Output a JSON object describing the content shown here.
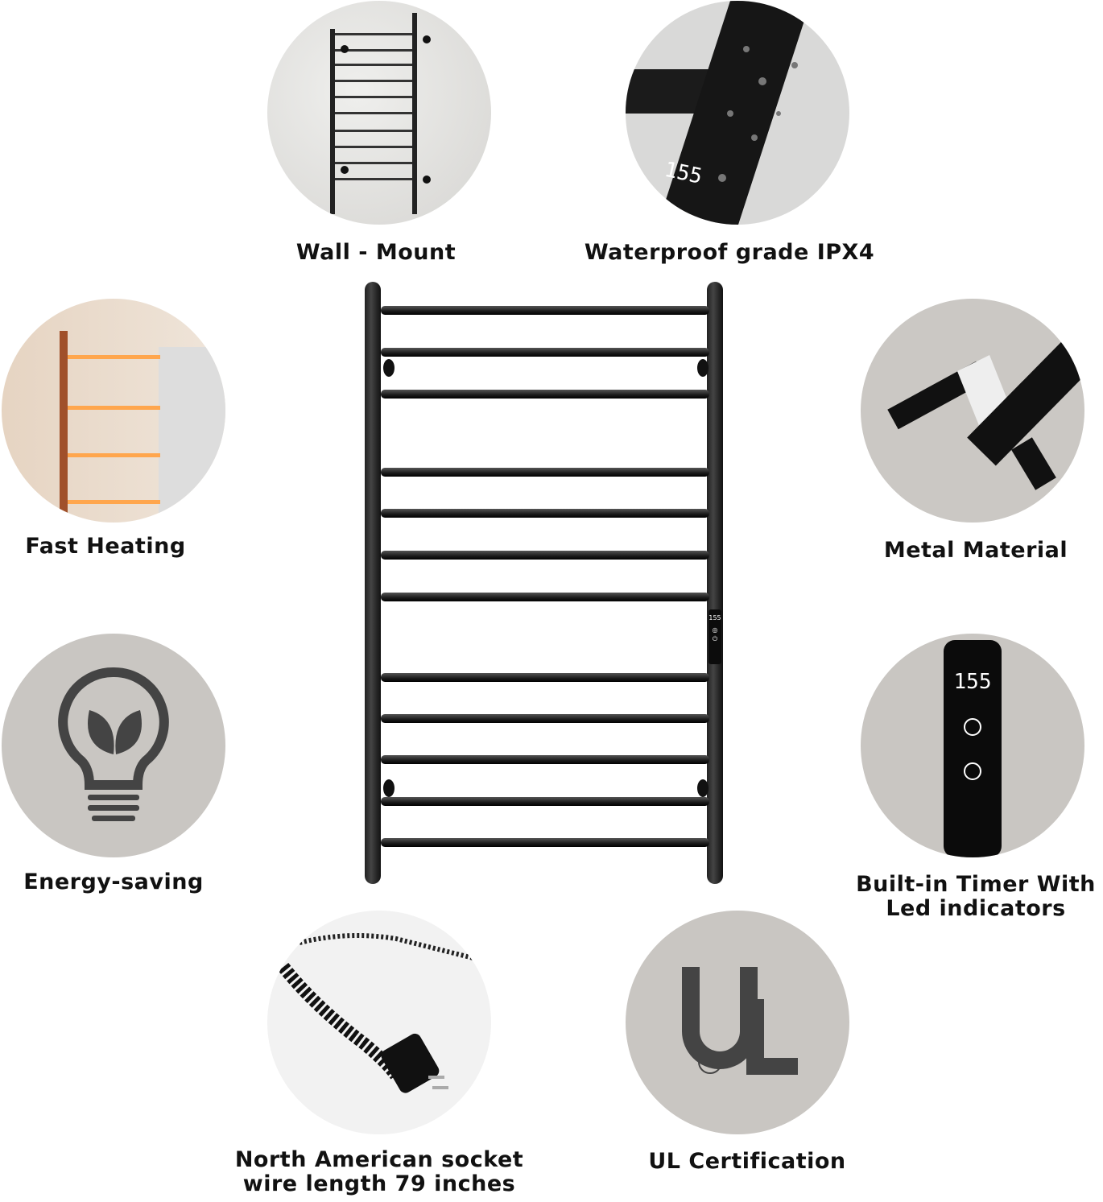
{
  "features": [
    {
      "label": "Wall - Mount",
      "icon": "wall-mounted-rack-photo"
    },
    {
      "label": "Waterproof grade IPX4",
      "icon": "water-droplets-photo",
      "display": "155"
    },
    {
      "label": "Fast Heating",
      "icon": "glowing-rack-photo"
    },
    {
      "label": "Metal Material",
      "icon": "metal-bar-photo"
    },
    {
      "label": "Energy-saving",
      "icon": "lightbulb-leaf-icon"
    },
    {
      "label_line1": "Built-in Timer With",
      "label_line2": "Led indicators",
      "icon": "control-panel-photo",
      "display": "155"
    },
    {
      "label_line1": "North American socket",
      "label_line2": "wire length 79  inches",
      "icon": "power-plug-photo"
    },
    {
      "label": "UL Certification",
      "icon": "ul-logo",
      "logo_text": "UL",
      "registered": "R"
    }
  ],
  "product": {
    "display": "155",
    "rails": 12
  },
  "colors": {
    "circle_bg": "#c9c6c2",
    "rack": "#1a1a1a",
    "glow": "#ffa64d"
  }
}
